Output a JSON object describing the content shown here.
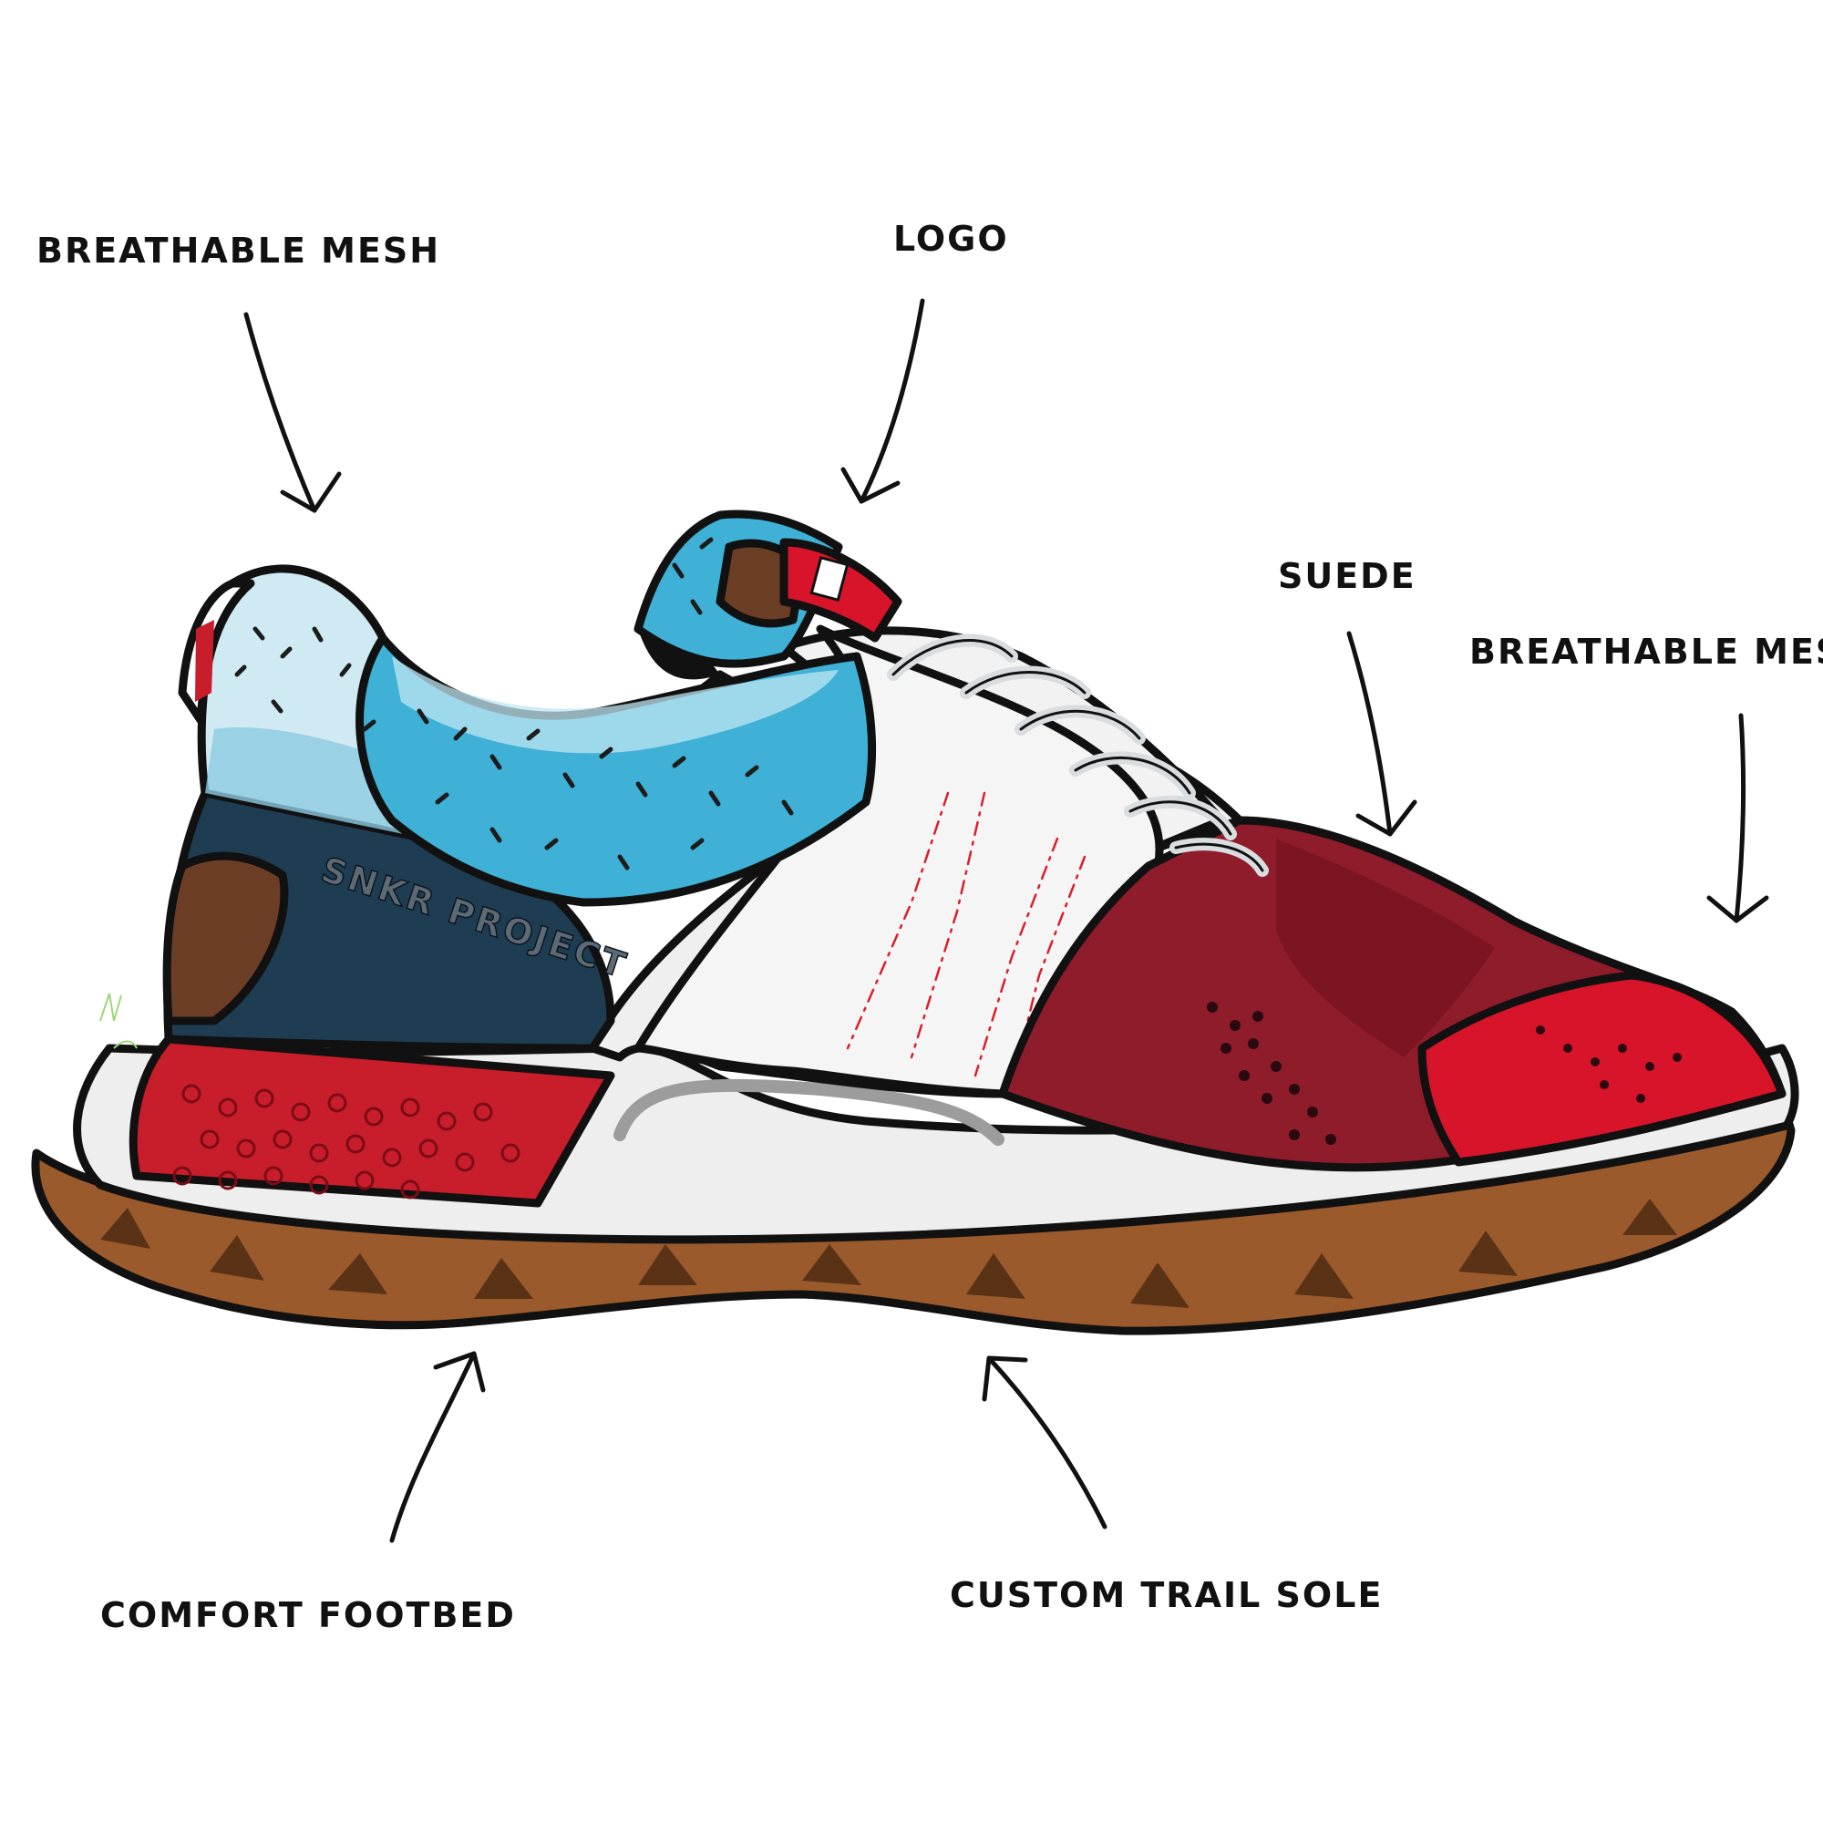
{
  "title": "",
  "callouts": [
    {
      "id": "mesh-heel",
      "label": "BREATHABLE MESH"
    },
    {
      "id": "logo",
      "label": "LOGO"
    },
    {
      "id": "suede",
      "label": "SUEDE"
    },
    {
      "id": "mesh-toe",
      "label": "BREATHABLE MESH"
    },
    {
      "id": "footbed",
      "label": "COMFORT FOOTBED"
    },
    {
      "id": "sole",
      "label": "CUSTOM TRAIL SOLE"
    }
  ],
  "branding": {
    "side_logo_text": "SNKR PROJECT"
  },
  "colors": {
    "mesh_blue": "#3fb0d6",
    "mesh_light": "#cfeaf3",
    "panel_navy": "#1f3d52",
    "suede_maroon": "#8e1c2b",
    "toe_red": "#d8142a",
    "heel_red": "#c81d2a",
    "midsole_white": "#eeeeef",
    "outsole_brown": "#9a5a2c",
    "leather_brown": "#6b3e25",
    "outline": "#111111"
  }
}
